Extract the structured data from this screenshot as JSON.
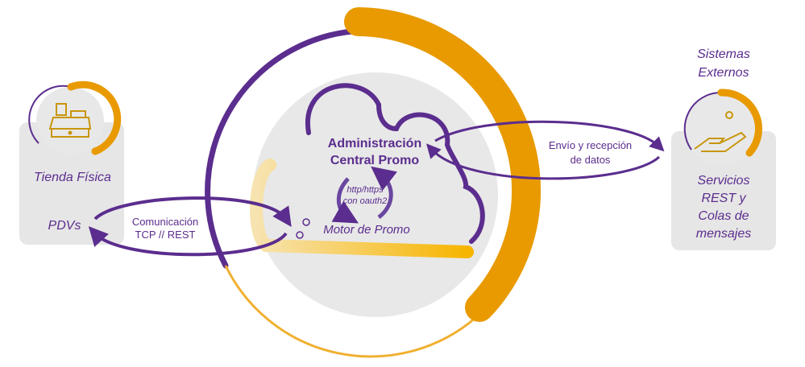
{
  "colors": {
    "purple": "#5b2d8e",
    "orange": "#e89a00",
    "panel": "#e6e6e6"
  },
  "left": {
    "title": "Tienda Física",
    "sub": "PDVs",
    "icon": "cash-register-icon"
  },
  "center": {
    "title_line1": "Administración",
    "title_line2": "Central Promo",
    "proto_line1": "http/https",
    "proto_line2": "con oauth2",
    "engine": "Motor de Promo",
    "icon": "gears-icon"
  },
  "links": {
    "left_line1": "Comunicación",
    "left_line2": "TCP // REST",
    "right_line1": "Envío y recepción",
    "right_line2": "de datos"
  },
  "right": {
    "header_line1": "Sistemas",
    "header_line2": "Externos",
    "l1": "Servicios",
    "l2": "REST y",
    "l3": "Colas de",
    "l4": "mensajes",
    "icon": "hand-gear-icon"
  }
}
